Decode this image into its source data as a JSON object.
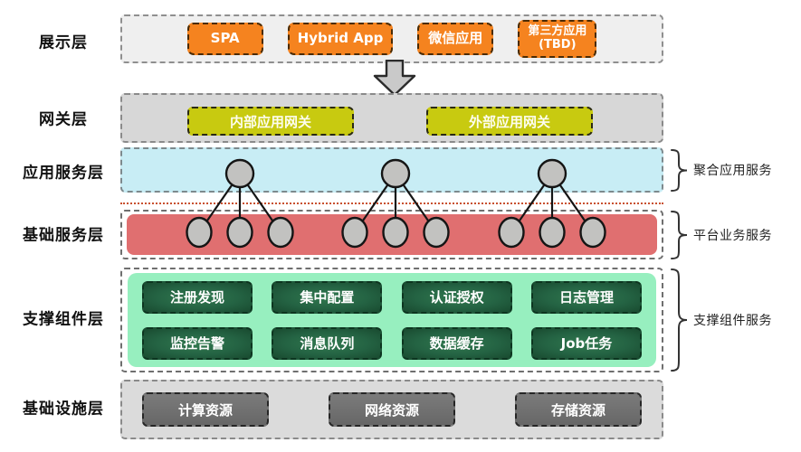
{
  "diagram": {
    "layers": {
      "presentation": {
        "side_label": "展示层",
        "apps": [
          {
            "label": "SPA"
          },
          {
            "label": "Hybrid App"
          },
          {
            "label": "微信应用"
          },
          {
            "label": "第三方应用",
            "sub": "(TBD)"
          }
        ]
      },
      "gateway": {
        "side_label": "网关层",
        "gateways": [
          {
            "label": "内部应用网关"
          },
          {
            "label": "外部应用网关"
          }
        ]
      },
      "app_service": {
        "side_label": "应用服务层",
        "right_label": "聚合应用服务"
      },
      "basic_service": {
        "side_label": "基础服务层",
        "right_label": "平台业务服务"
      },
      "support": {
        "side_label": "支撑组件层",
        "right_label": "支撑组件服务",
        "components": [
          {
            "label": "注册发现"
          },
          {
            "label": "集中配置"
          },
          {
            "label": "认证授权"
          },
          {
            "label": "日志管理"
          },
          {
            "label": "监控告警"
          },
          {
            "label": "消息队列"
          },
          {
            "label": "数据缓存"
          },
          {
            "label": "Job任务"
          }
        ]
      },
      "infrastructure": {
        "side_label": "基础设施层",
        "resources": [
          {
            "label": "计算资源"
          },
          {
            "label": "网络资源"
          },
          {
            "label": "存储资源"
          }
        ]
      }
    },
    "colors": {
      "app_box": "#f5831f",
      "gateway_box": "#c8ca10",
      "app_service_band": "#c8edf5",
      "basic_service_band": "#e06f70",
      "support_band": "#97efbf",
      "support_box": "#246343",
      "infra_box": "#6e6e6e",
      "node_fill": "#c2c2c0",
      "separator_dotted": "#c8502e"
    }
  }
}
